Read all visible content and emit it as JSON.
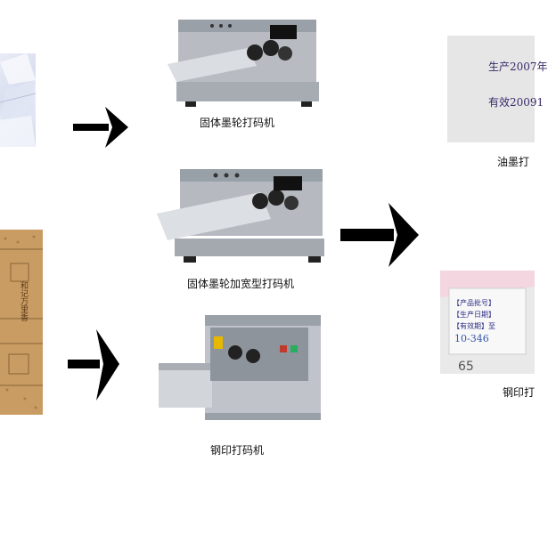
{
  "captions": {
    "machine_1": "固体墨轮打码机",
    "machine_2": "固体墨轮加宽型打码机",
    "machine_3": "钢印打码机",
    "result_ink": "油墨打",
    "result_steel": "钢印打"
  },
  "sample_ink": {
    "line_1": "生产2007年",
    "line_2": "有效20091"
  },
  "sample_steel": {
    "field_1": "【产品批号】",
    "field_2": "【生产日期】",
    "field_3": "【有效期】至",
    "handwritten": "10-346"
  },
  "box_sample_text": "和记万里香",
  "colors": {
    "arrow": "#000000",
    "cardboard": "#c79a5f",
    "steel": "#cfcfcf",
    "sample_ink_text": "#3a2a6a"
  }
}
